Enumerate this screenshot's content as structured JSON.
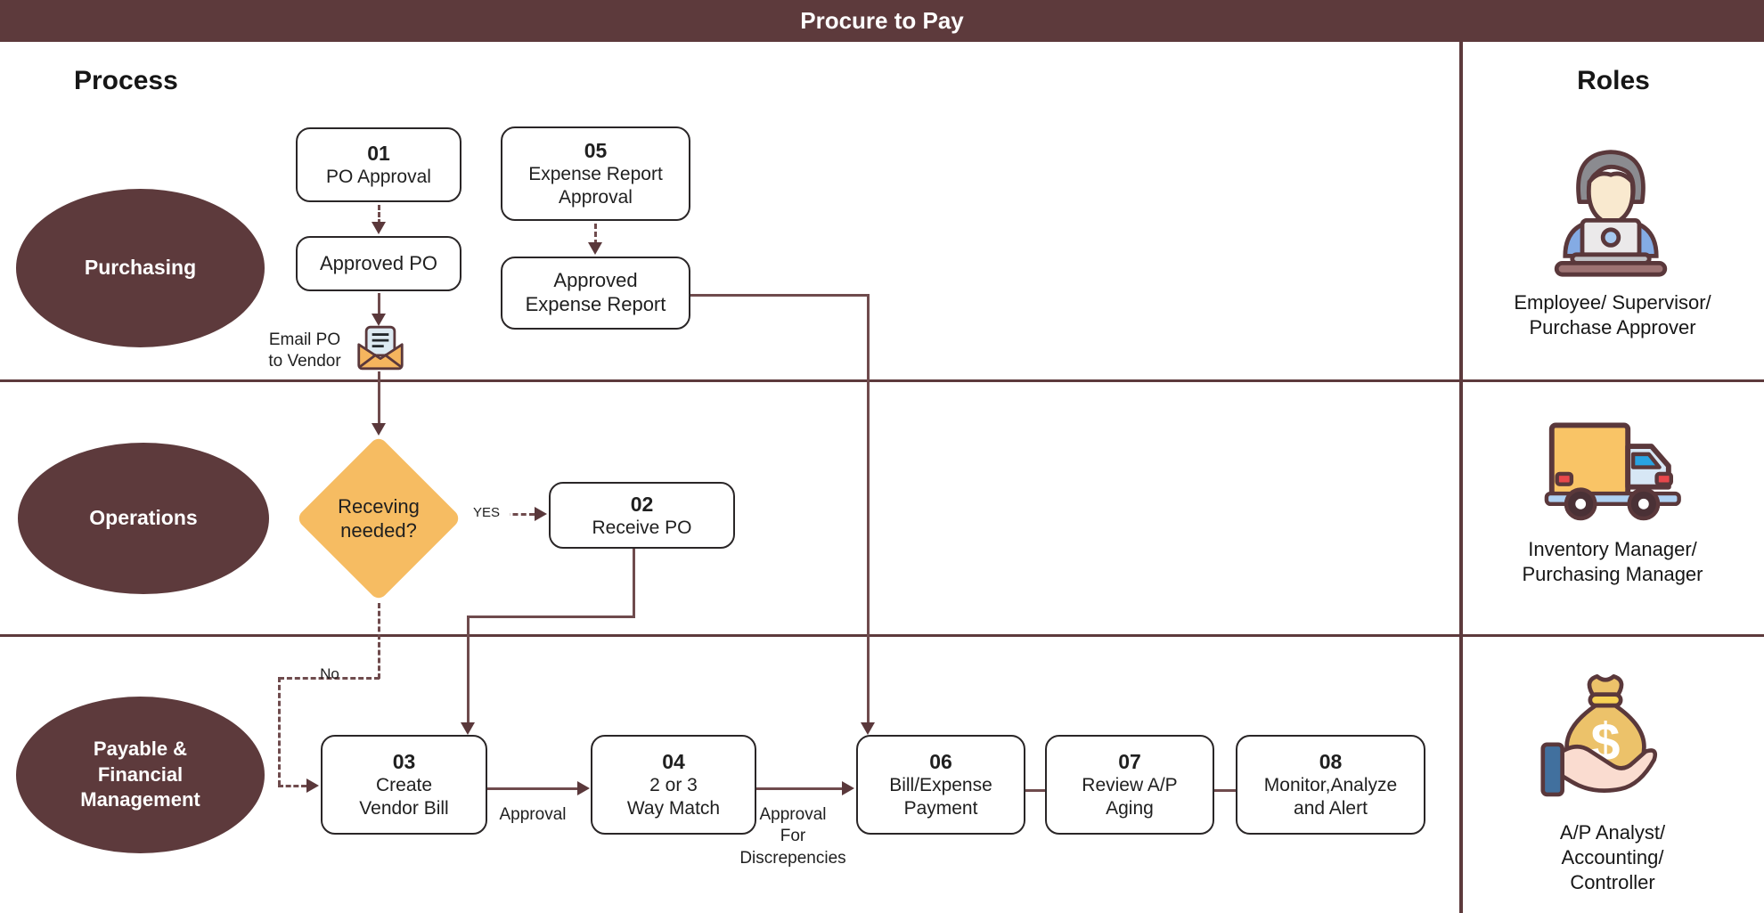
{
  "title": "Procure to Pay",
  "headers": {
    "process": "Process",
    "roles": "Roles"
  },
  "lanes": {
    "purchasing": "Purchasing",
    "operations": "Operations",
    "payable": "Payable &\nFinancial\nManagement"
  },
  "nodes": {
    "po_approval": {
      "num": "01",
      "label": "PO Approval"
    },
    "expense_report_approval": {
      "num": "05",
      "label": "Expense Report\nApproval"
    },
    "approved_po": {
      "label": "Approved PO"
    },
    "approved_expense_report": {
      "label": "Approved\nExpense Report"
    },
    "email_po": {
      "label": "Email PO\nto Vendor"
    },
    "receiving_needed": {
      "label": "Receving\nneeded?"
    },
    "receive_po": {
      "num": "02",
      "label": "Receive PO"
    },
    "create_vendor_bill": {
      "num": "03",
      "label": "Create\nVendor Bill"
    },
    "way_match": {
      "num": "04",
      "label": "2 or 3\nWay Match"
    },
    "bill_expense_payment": {
      "num": "06",
      "label": "Bill/Expense\nPayment"
    },
    "review_ap_aging": {
      "num": "07",
      "label": "Review A/P\nAging"
    },
    "monitor_analyze": {
      "num": "08",
      "label": "Monitor,Analyze\nand Alert"
    }
  },
  "edges": {
    "yes": "YES",
    "no": "No",
    "approval": "Approval",
    "approval_for_discrepancies": "Approval\nFor\nDiscrepencies"
  },
  "roles": {
    "employee": {
      "icon": "employee-laptop-icon",
      "label": "Employee/ Supervisor/\nPurchase Approver"
    },
    "inventory": {
      "icon": "delivery-truck-icon",
      "label": "Inventory Manager/\nPurchasing Manager"
    },
    "ap_analyst": {
      "icon": "money-bag-hand-icon",
      "label": "A/P Analyst/\nAccounting/\nController"
    }
  },
  "colors": {
    "maroon": "#5d3a3c",
    "connector": "#6f4b4d",
    "diamond_fill": "#f6bc62",
    "box_border": "#2a2627",
    "background": "#ffffff"
  }
}
